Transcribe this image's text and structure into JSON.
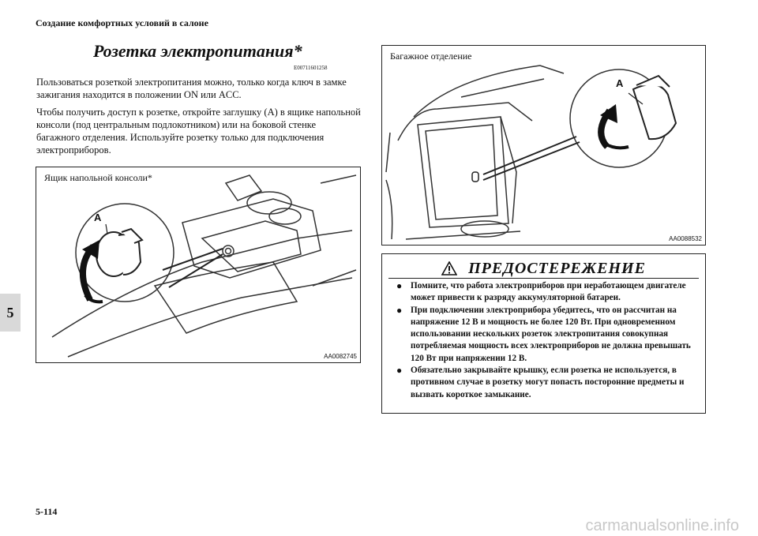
{
  "header": {
    "running_title": "Создание комфортных условий в салоне"
  },
  "chapter_tab": "5",
  "section": {
    "title": "Розетка электропитания*",
    "code": "E00711601258",
    "paragraphs": [
      "Пользоваться розеткой электропитания можно, только когда ключ в замке зажигания находится в положении ON или ACC.",
      "Чтобы получить доступ к розетке, откройте заглушку (A) в ящике напольной консоли (под центральным подлокотником) или на боковой стенке багажного отделения. Используйте розетку только для подключения электроприборов."
    ]
  },
  "figures": {
    "console": {
      "caption": "Ящик напольной консоли*",
      "label": "A",
      "code": "AA0082745"
    },
    "luggage": {
      "caption": "Багажное отделение",
      "label": "A",
      "code": "AA0088532"
    }
  },
  "warning": {
    "title": "ПРЕДОСТЕРЕЖЕНИЕ",
    "items": [
      "Помните, что работа электроприборов при неработающем двигателе может привести к разряду аккумуляторной батареи.",
      "При подключении электроприбора убедитесь, что он рассчитан на напряжение 12 В и мощность не более 120 Вт. При одновременном использовании нескольких розеток электропитания совокупная потребляемая мощность всех электроприборов не должна превышать 120 Вт при напряжении 12 В.",
      "Обязательно закрывайте крышку, если розетка не используется, в противном случае в розетку могут попасть посторонние предметы и вызвать короткое замыкание."
    ]
  },
  "page_number": "5-114",
  "watermark": "carmanualsonline.info"
}
